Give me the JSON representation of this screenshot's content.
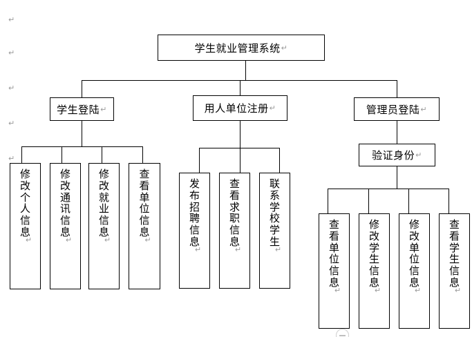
{
  "document": {
    "title": "学生就业管理系统",
    "pilcrow": "↵",
    "margin_marks": [
      "↵",
      "↵",
      "↵",
      "↵",
      "↵",
      "↵"
    ]
  },
  "chart_data": {
    "type": "diagram",
    "diagram_kind": "org-chart / system-function-tree",
    "title": "学生就业管理系统",
    "orientation": "top-down",
    "nodes": [
      {
        "id": "root",
        "label": "学生就业管理系统",
        "level": 0,
        "text_orientation": "horizontal"
      },
      {
        "id": "student-login",
        "label": "学生登陆",
        "level": 1,
        "parent": "root",
        "text_orientation": "horizontal"
      },
      {
        "id": "employer-register",
        "label": "用人单位注册",
        "level": 1,
        "parent": "root",
        "text_orientation": "horizontal"
      },
      {
        "id": "admin-login",
        "label": "管理员登陆",
        "level": 1,
        "parent": "root",
        "text_orientation": "horizontal"
      },
      {
        "id": "verify-identity",
        "label": "验证身份",
        "level": 2,
        "parent": "admin-login",
        "text_orientation": "horizontal"
      },
      {
        "id": "s1",
        "label": "修改个人信息",
        "level": 2,
        "parent": "student-login",
        "text_orientation": "vertical"
      },
      {
        "id": "s2",
        "label": "修改通讯信息",
        "level": 2,
        "parent": "student-login",
        "text_orientation": "vertical"
      },
      {
        "id": "s3",
        "label": "修改就业信息",
        "level": 2,
        "parent": "student-login",
        "text_orientation": "vertical"
      },
      {
        "id": "s4",
        "label": "查看单位信息",
        "level": 2,
        "parent": "student-login",
        "text_orientation": "vertical"
      },
      {
        "id": "e1",
        "label": "发布招聘信息",
        "level": 2,
        "parent": "employer-register",
        "text_orientation": "vertical"
      },
      {
        "id": "e2",
        "label": "查看求职信息",
        "level": 2,
        "parent": "employer-register",
        "text_orientation": "vertical"
      },
      {
        "id": "e3",
        "label": "联系学校学生",
        "level": 2,
        "parent": "employer-register",
        "text_orientation": "vertical"
      },
      {
        "id": "a1",
        "label": "查看单位信息",
        "level": 3,
        "parent": "verify-identity",
        "text_orientation": "vertical"
      },
      {
        "id": "a2",
        "label": "修改学生信息",
        "level": 3,
        "parent": "verify-identity",
        "text_orientation": "vertical"
      },
      {
        "id": "a3",
        "label": "修改单位信息",
        "level": 3,
        "parent": "verify-identity",
        "text_orientation": "vertical"
      },
      {
        "id": "a4",
        "label": "查看学生信息",
        "level": 3,
        "parent": "verify-identity",
        "text_orientation": "vertical"
      }
    ],
    "edges": [
      [
        "root",
        "student-login"
      ],
      [
        "root",
        "employer-register"
      ],
      [
        "root",
        "admin-login"
      ],
      [
        "student-login",
        "s1"
      ],
      [
        "student-login",
        "s2"
      ],
      [
        "student-login",
        "s3"
      ],
      [
        "student-login",
        "s4"
      ],
      [
        "employer-register",
        "e1"
      ],
      [
        "employer-register",
        "e2"
      ],
      [
        "employer-register",
        "e3"
      ],
      [
        "admin-login",
        "verify-identity"
      ],
      [
        "verify-identity",
        "a1"
      ],
      [
        "verify-identity",
        "a2"
      ],
      [
        "verify-identity",
        "a3"
      ],
      [
        "verify-identity",
        "a4"
      ]
    ],
    "colors": {
      "line": "#000000",
      "box_fill": "#ffffff",
      "text": "#000000",
      "pilcrow": "#9a9a9a"
    }
  },
  "root": {
    "label": "学生就业管理系统"
  },
  "branches": {
    "student": {
      "label": "学生登陆"
    },
    "employer": {
      "label": "用人单位注册"
    },
    "admin": {
      "label": "管理员登陆"
    },
    "verify": {
      "label": "验证身份"
    }
  },
  "student_children": [
    {
      "label": "修改个人信息"
    },
    {
      "label": "修改通讯信息"
    },
    {
      "label": "修改就业信息"
    },
    {
      "label": "查看单位信息"
    }
  ],
  "employer_children": [
    {
      "label": "发布招聘信息"
    },
    {
      "label": "查看求职信息"
    },
    {
      "label": "联系学校学生"
    }
  ],
  "admin_children": [
    {
      "label": "查看单位信息"
    },
    {
      "label": "修改学生信息"
    },
    {
      "label": "修改单位信息"
    },
    {
      "label": "查看学生信息"
    }
  ]
}
